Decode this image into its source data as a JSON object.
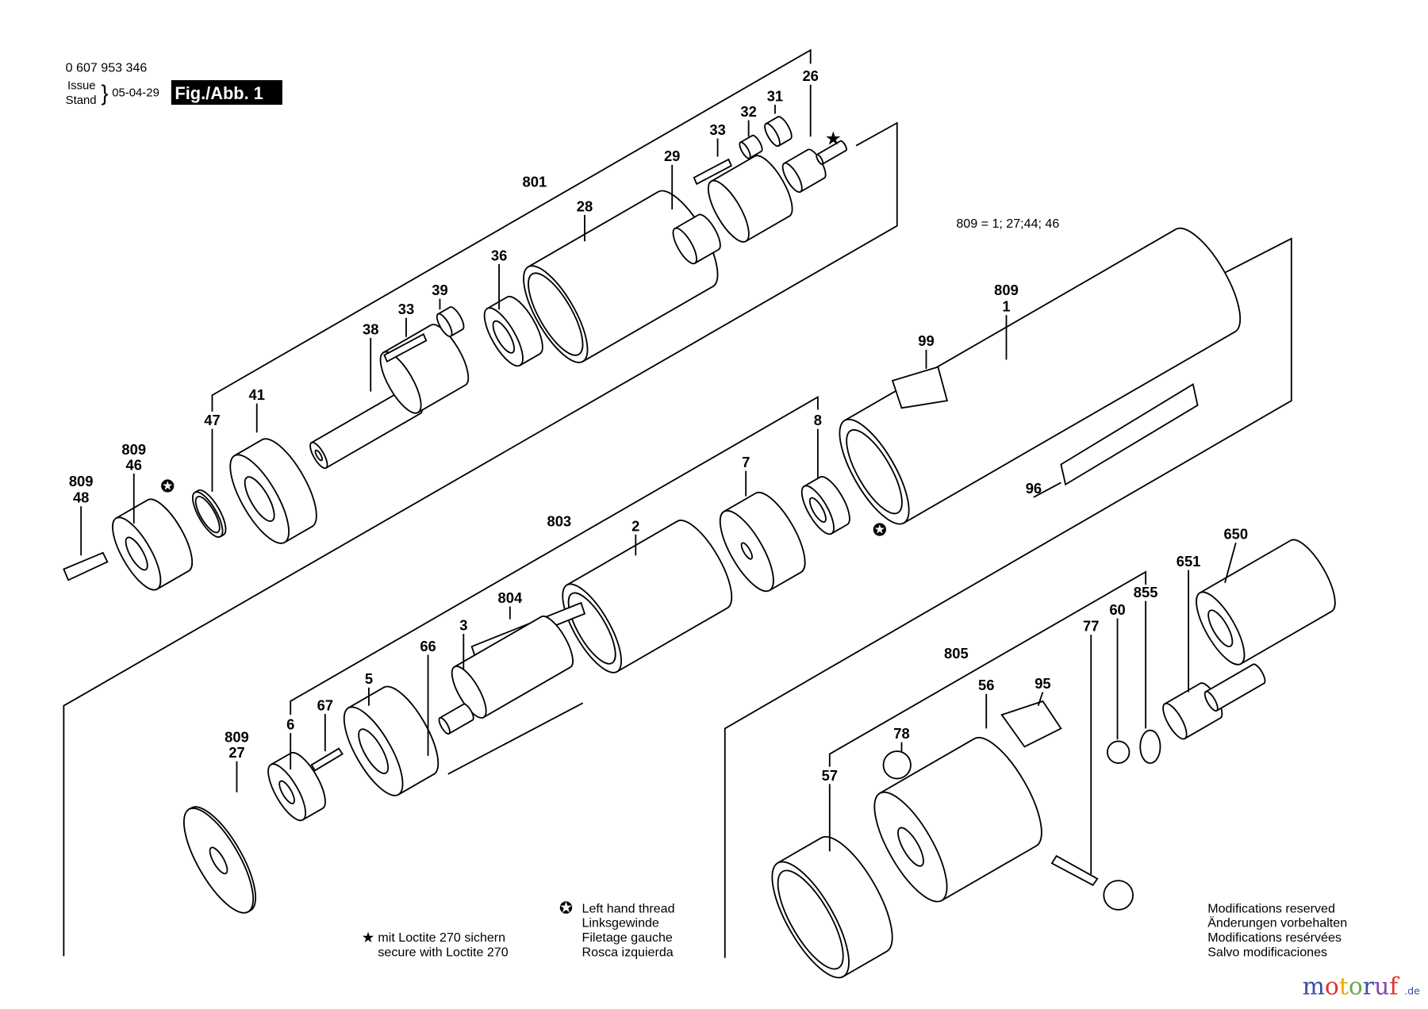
{
  "header": {
    "part_number": "0 607 953 346",
    "issue_label": "Issue",
    "stand_label": "Stand",
    "date": "05-04-29",
    "figure": "Fig./Abb. 1"
  },
  "note_809": "809 = 1; 27;44; 46",
  "callouts": {
    "c26": "26",
    "c31": "31",
    "c32": "32",
    "c33a": "33",
    "c29": "29",
    "c801": "801",
    "c28": "28",
    "c36": "36",
    "c39": "39",
    "c33b": "33",
    "c38": "38",
    "c41": "41",
    "c47": "47",
    "c809a": "809",
    "c46": "46",
    "c809b": "809",
    "c48": "48",
    "c809c": "809",
    "c1": "1",
    "c99": "99",
    "c96": "96",
    "c8": "8",
    "c7": "7",
    "c803": "803",
    "c2": "2",
    "c804": "804",
    "c3": "3",
    "c66": "66",
    "c5": "5",
    "c67": "67",
    "c6": "6",
    "c809d": "809",
    "c27": "27",
    "c650": "650",
    "c651": "651",
    "c855": "855",
    "c60": "60",
    "c77": "77",
    "c805": "805",
    "c56": "56",
    "c95": "95",
    "c78": "78",
    "c57": "57"
  },
  "symbols": {
    "loctite": "★",
    "left_hand": "✪"
  },
  "legend": {
    "left_hand_thread": [
      "Left hand thread",
      "Linksgewinde",
      "Filetage gauche",
      "Rosca izquierda"
    ],
    "loctite": [
      "mit Loctite 270 sichern",
      "secure with Loctite 270"
    ],
    "modifications": [
      "Modifications reserved",
      "Änderungen vorbehalten",
      "Modifications resérvées",
      "Salvo modificaciones"
    ]
  },
  "watermark": {
    "text": "motoruf",
    "suffix": ".de",
    "colors": [
      "#3a4fa0",
      "#e2342d",
      "#f2a900",
      "#6aa84f",
      "#3a4fa0",
      "#8e44ad",
      "#e2342d"
    ]
  }
}
